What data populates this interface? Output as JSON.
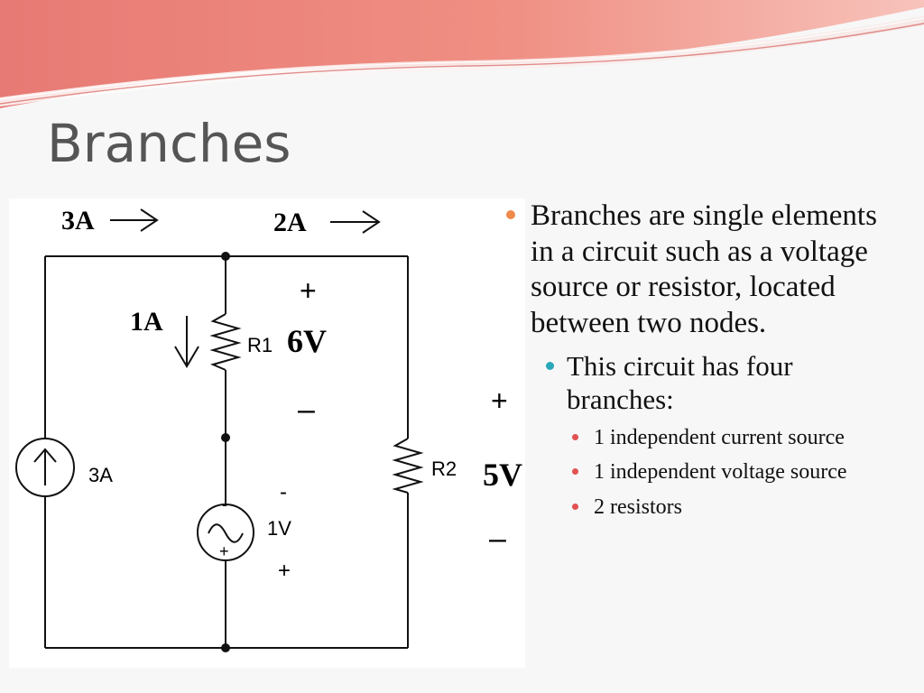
{
  "slide": {
    "title": "Branches",
    "colors": {
      "accent_orange": "#f08a4b",
      "accent_teal": "#28a8b8",
      "accent_red": "#e25252",
      "title_gray": "#555555",
      "header_swoosh": "#ee7a76"
    }
  },
  "circuit": {
    "labels": {
      "current_3a_top": "3A",
      "current_2a_top": "2A",
      "current_1a": "1A",
      "r1": "R1",
      "r1_voltage": "6V",
      "r1_plus": "+",
      "r1_minus": "–",
      "source_current": "3A",
      "r2": "R2",
      "r2_voltage": "5V",
      "r2_plus": "+",
      "r2_minus": "–",
      "source_voltage": "1V",
      "vs_minus_inner": "-",
      "vs_plus_inner": "+",
      "vs_minus_outer": "-",
      "vs_plus_outer": "+"
    }
  },
  "content": {
    "bullet1": "Branches are single elements in a circuit such as a voltage source or resistor, located between two nodes.",
    "bullet2": "This circuit has four branches:",
    "subbullets": [
      "1 independent current source",
      "1 independent voltage source",
      "2 resistors"
    ]
  }
}
